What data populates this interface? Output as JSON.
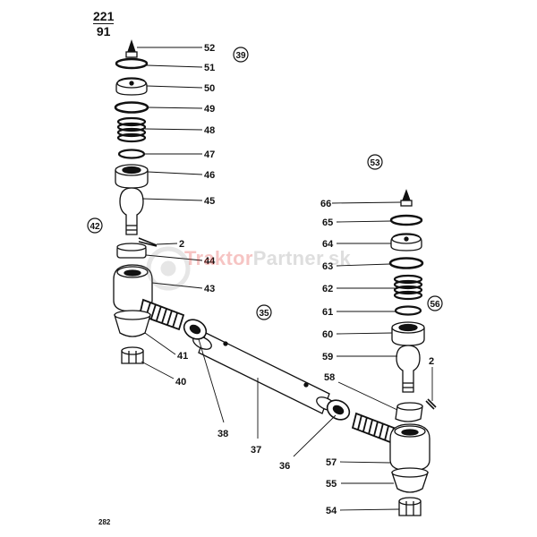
{
  "reference": {
    "numerator": "221",
    "denominator": "91"
  },
  "page_number": "282",
  "watermark": {
    "part1": "Traktor",
    "part2": "Partner.sk"
  },
  "group_labels": [
    "39",
    "53",
    "42",
    "35",
    "56"
  ],
  "part_labels": {
    "p52": "52",
    "p51": "51",
    "p50": "50",
    "p49": "49",
    "p48": "48",
    "p47": "47",
    "p46": "46",
    "p45": "45",
    "p2a": "2",
    "p44": "44",
    "p43": "43",
    "p41": "41",
    "p40": "40",
    "p66": "66",
    "p65": "65",
    "p64": "64",
    "p63": "63",
    "p62": "62",
    "p61": "61",
    "p60": "60",
    "p59": "59",
    "p2b": "2",
    "p58": "58",
    "p57": "57",
    "p55": "55",
    "p54": "54",
    "p38": "38",
    "p37": "37",
    "p36": "36"
  }
}
